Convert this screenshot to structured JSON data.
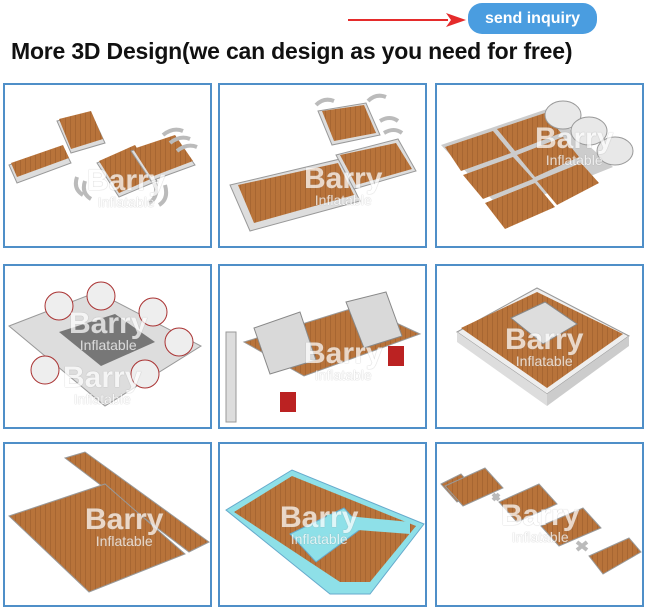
{
  "header": {
    "send_inquiry_label": "send inquiry",
    "title": "More 3D Design(we can design as you need for free)"
  },
  "colors": {
    "accent": "#4a9de0",
    "border": "#4f8fc8",
    "arrow": "#e52b2b",
    "wood": "#b8733a"
  },
  "watermark": {
    "brand": "Barry",
    "sub": "Inflatable"
  },
  "gallery": [
    {
      "name": "design-1"
    },
    {
      "name": "design-2"
    },
    {
      "name": "design-3"
    },
    {
      "name": "design-4"
    },
    {
      "name": "design-5"
    },
    {
      "name": "design-6"
    },
    {
      "name": "design-7"
    },
    {
      "name": "design-8"
    },
    {
      "name": "design-9"
    }
  ]
}
